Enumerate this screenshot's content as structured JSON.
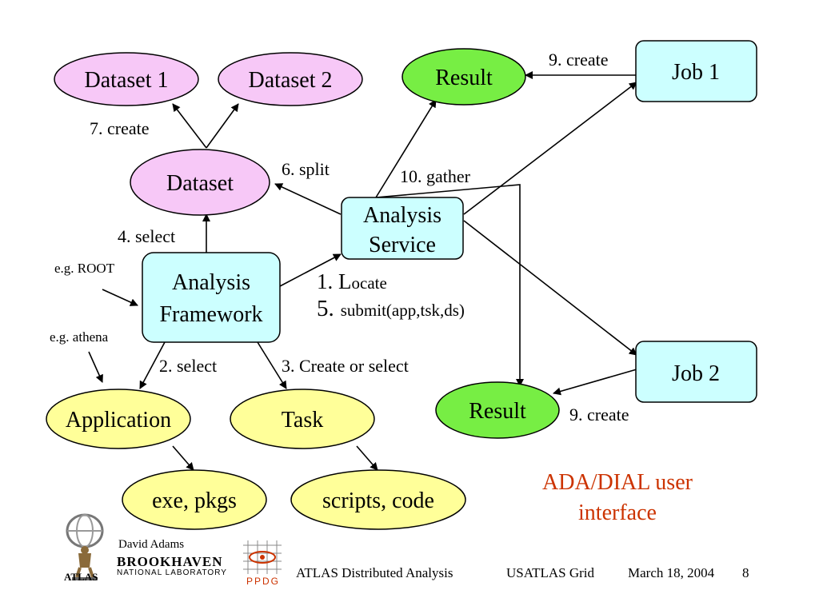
{
  "nodes": {
    "dataset1": "Dataset 1",
    "dataset2": "Dataset 2",
    "dataset": "Dataset",
    "result_top": "Result",
    "job1": "Job 1",
    "analysis_service_line1": "Analysis",
    "analysis_service_line2": "Service",
    "analysis_framework_line1": "Analysis",
    "analysis_framework_line2": "Framework",
    "application": "Application",
    "task": "Task",
    "exe_pkgs": "exe, pkgs",
    "scripts_code": "scripts, code",
    "result_bottom": "Result",
    "job2": "Job 2"
  },
  "labels": {
    "create_7": "7. create",
    "split_6": "6. split",
    "gather_10": "10. gather",
    "create_9_top": "9. create",
    "create_9_bottom": "9. create",
    "select_4": "4. select",
    "eg_root": "e.g. ROOT",
    "eg_athena": "e.g. athena",
    "select_2": "2. select",
    "create_or_select_3": "3. Create or select",
    "locate_num": "1. L",
    "locate_rest": "ocate",
    "submit_num": "5.",
    "submit_rest": "submit(app,tsk,ds)"
  },
  "caption": {
    "line1": "ADA/DIAL user",
    "line2": "interface",
    "color": "#cc3300"
  },
  "colors": {
    "pink": "#f7c8f7",
    "green": "#77ee44",
    "cyan": "#ccffff",
    "yellow": "#ffff99"
  },
  "footer": {
    "author": "David Adams",
    "atlas_logo": "ATLAS",
    "bnl_logo_line1": "BROOKHAVEN",
    "bnl_logo_line2": "NATIONAL LABORATORY",
    "ppdg_logo": "PPDG",
    "title": "ATLAS Distributed Analysis",
    "venue": "USATLAS Grid",
    "date": "March 18, 2004",
    "page": "8"
  }
}
